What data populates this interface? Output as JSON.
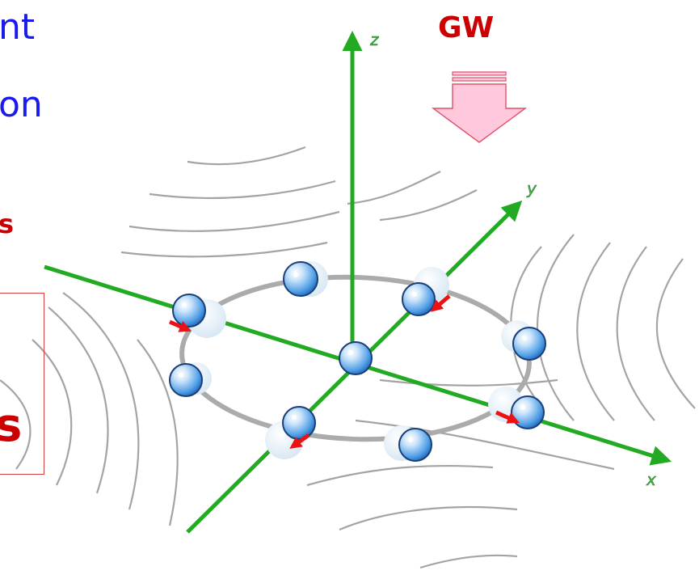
{
  "text_fragments": {
    "line1": "nt",
    "line2": "on",
    "line3": "s",
    "line4": "s"
  },
  "gw_label": "GW",
  "axes": {
    "x": "x",
    "y": "y",
    "z": "z"
  },
  "colors": {
    "axis": "#22aa22",
    "blue_text": "#1a1aee",
    "red_text": "#cc0000",
    "arrow_fill": "#ffc8dc",
    "arrow_stroke": "#e0506a",
    "field_line": "#999999",
    "ring": "#a8a8a8",
    "sphere": "#5aa8ea",
    "displacement": "#ee1111"
  },
  "icons": [
    "gw-down-arrow",
    "sphere",
    "displacement-arrow"
  ]
}
